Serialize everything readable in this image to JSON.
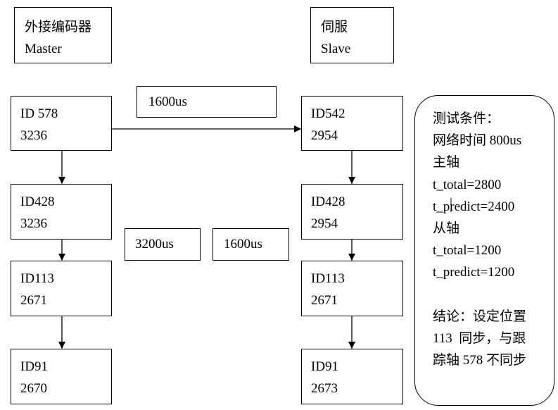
{
  "master": {
    "header": {
      "line1": "外接编码器",
      "line2": "Master"
    },
    "nodes": [
      {
        "id": "ID 578",
        "value": "3236"
      },
      {
        "id": "ID428",
        "value": "3236"
      },
      {
        "id": "ID113",
        "value": "2671"
      },
      {
        "id": "ID91",
        "value": "2670"
      }
    ]
  },
  "slave": {
    "header": {
      "line1": "伺服",
      "line2": "Slave"
    },
    "nodes": [
      {
        "id": "ID542",
        "value": "2954"
      },
      {
        "id": "ID428",
        "value": "2954"
      },
      {
        "id": "ID113",
        "value": "2671"
      },
      {
        "id": "ID91",
        "value": "2673"
      }
    ]
  },
  "delays": {
    "top": "1600us",
    "middle_left": "3200us",
    "middle_right": "1600us"
  },
  "notes": {
    "lines": [
      "测试条件：",
      "网络时间 800us",
      "主轴",
      "t_total=2800",
      "t_predict=2400",
      "从轴",
      "t_total=1200",
      "t_predict=1200"
    ],
    "conclusion": [
      "结论：设定位置",
      "113  同步，与跟",
      "踪轴 578 不同步"
    ]
  }
}
